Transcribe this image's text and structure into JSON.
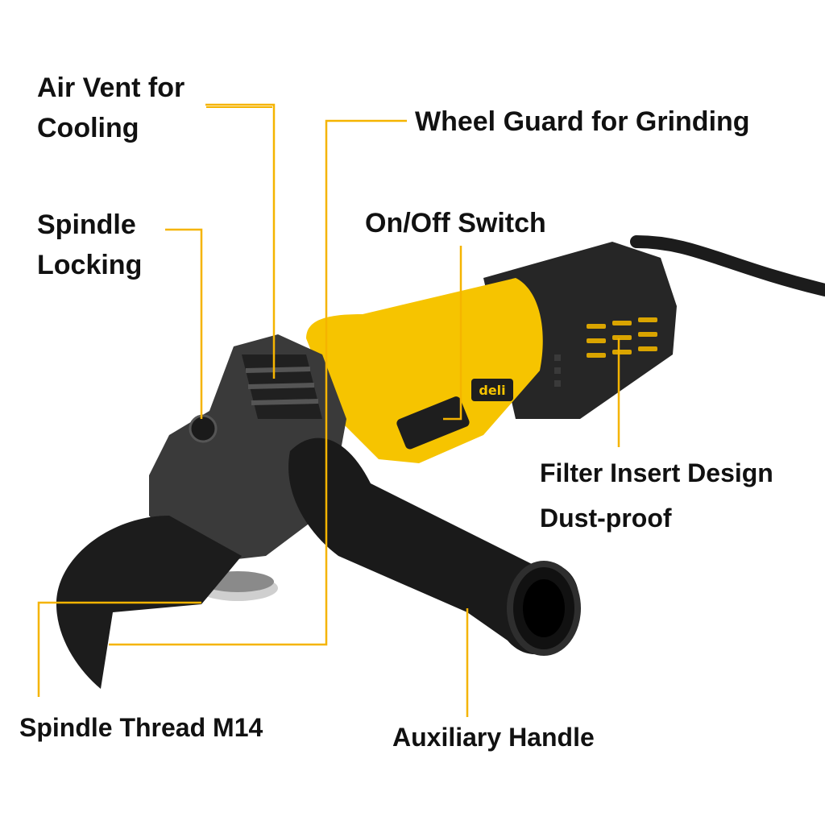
{
  "labels": {
    "air_vent_line1": "Air Vent for",
    "air_vent_line2": "Cooling",
    "wheel_guard": "Wheel Guard for Grinding",
    "spindle_locking_line1": "Spindle",
    "spindle_locking_line2": "Locking",
    "on_off_switch": "On/Off Switch",
    "filter_line1": "Filter Insert Design",
    "filter_line2": "Dust-proof",
    "spindle_thread": "Spindle Thread M14",
    "auxiliary_handle": "Auxiliary Handle"
  },
  "product": {
    "brand": "deli"
  },
  "colors": {
    "accent": "#f5b400",
    "body_yellow": "#f6c400",
    "body_dark": "#2b2b2b",
    "text": "#111111"
  }
}
